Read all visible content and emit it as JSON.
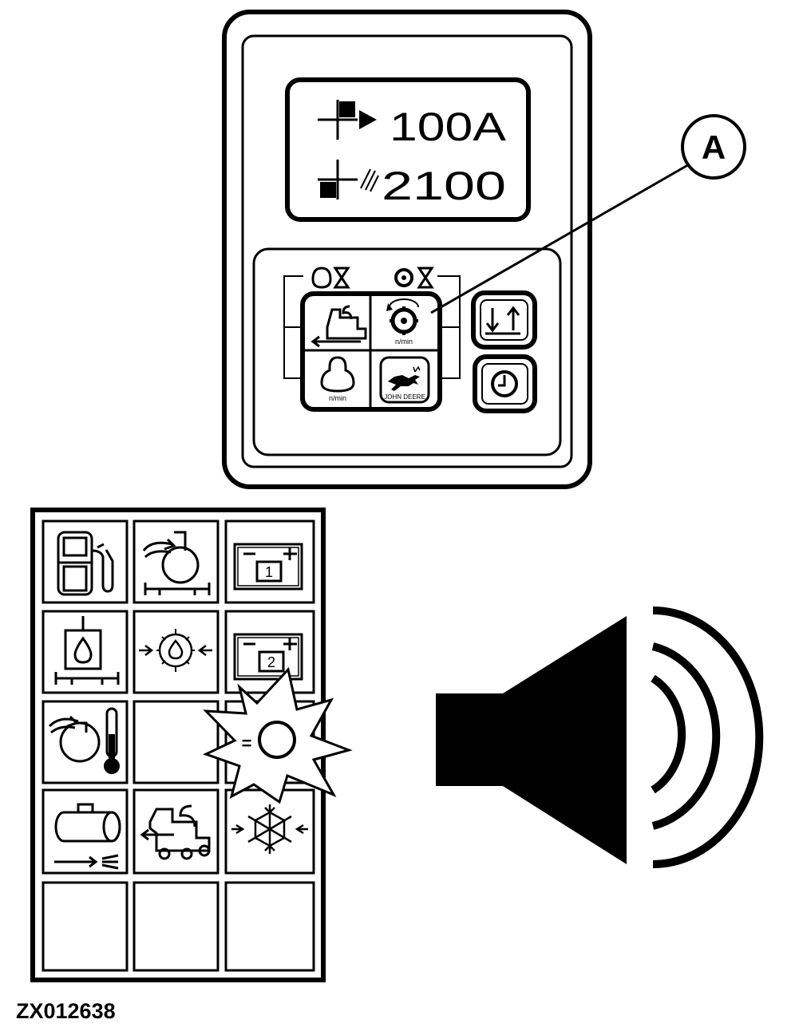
{
  "display": {
    "line1_value": "100A",
    "line2_value": "2100"
  },
  "callout": {
    "label": "A"
  },
  "keypad": {
    "rpm_unit_1": "n/min",
    "rpm_unit_2": "n/min",
    "brand_text": "JOHN DEERE"
  },
  "indicator_panel": {
    "battery1_number": "1",
    "battery2_number": "2",
    "lamp_test_symbol": "="
  },
  "figure": {
    "id": "ZX012638"
  },
  "colors": {
    "ink": "#000000",
    "paper": "#ffffff"
  },
  "icons": [
    "feed-rate-icon",
    "engine-speed-icon",
    "fuel-pump-icon",
    "intake-air-filter-icon",
    "battery-icon",
    "hydraulic-oil-icon",
    "frost-icon",
    "coolant-temperature-icon",
    "lamp-test-icon",
    "air-filter-icon",
    "feed-roll-icon",
    "air-conditioning-icon",
    "speaker-icon"
  ]
}
